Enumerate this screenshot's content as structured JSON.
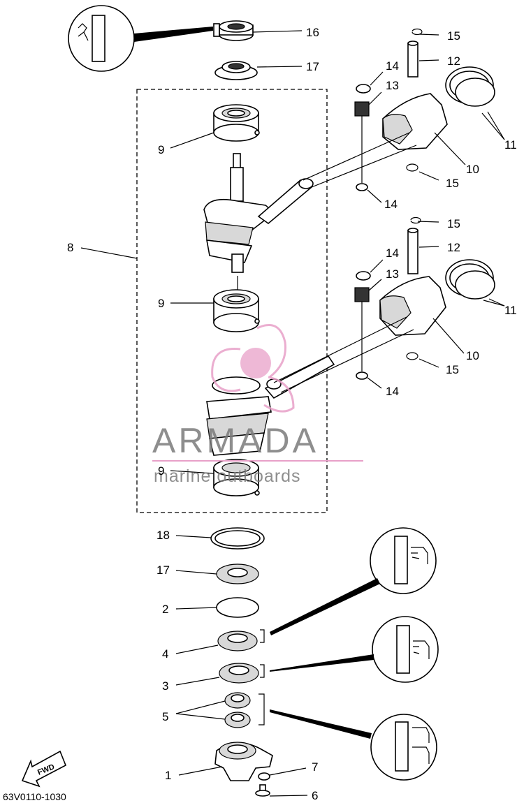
{
  "diagram_code": "63V0110-1030",
  "fwd_label": "FWD",
  "watermark": {
    "brand": "ARMADA",
    "tagline": "marine outboards",
    "accent_color": "#e8a0c8",
    "text_color": "#7a7a7a"
  },
  "callouts": {
    "c16": "16",
    "c17_top": "17",
    "c15_a": "15",
    "c12_a": "12",
    "c14_a": "14",
    "c13_a": "13",
    "c11_a": "11",
    "c10_a": "10",
    "c15_b": "15",
    "c14_b": "14",
    "c9_a": "9",
    "c8": "8",
    "c15_c": "15",
    "c12_b": "12",
    "c14_c": "14",
    "c13_b": "13",
    "c11_b": "11",
    "c9_b": "9",
    "c10_b": "10",
    "c15_d": "15",
    "c14_d": "14",
    "c9_c": "9",
    "c18": "18",
    "c17_bot": "17",
    "c2": "2",
    "c4": "4",
    "c3": "3",
    "c5": "5",
    "c1": "1",
    "c7": "7",
    "c6": "6"
  }
}
